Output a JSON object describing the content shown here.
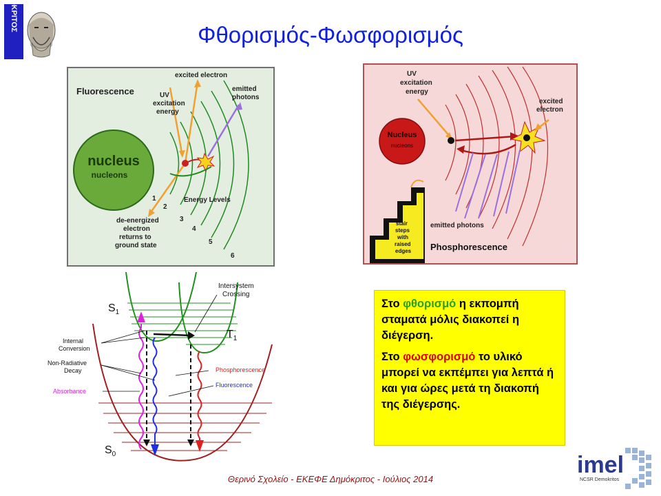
{
  "title": "Φθορισμός-Φωσφορισμός",
  "logo_left_text": "ΔΗΜΟΚΡΙΤΟΣ",
  "fluorescence": {
    "heading": "Fluorescence",
    "nucleus": "nucleus",
    "nucleons": "nucleons",
    "excited_electron": "excited electron",
    "uv_line1": "UV",
    "uv_line2": "excitation",
    "uv_line3": "energy",
    "emitted_line1": "emitted",
    "emitted_line2": "photons",
    "energy_levels": "Energy Levels",
    "deen_line1": "de-energized",
    "deen_line2": "electron",
    "deen_line3": "returns to",
    "deen_line4": "ground state",
    "levels": [
      "1",
      "2",
      "3",
      "4",
      "5",
      "6"
    ]
  },
  "phosphorescence": {
    "uv_line1": "UV",
    "uv_line2": "excitation",
    "uv_line3": "energy",
    "excited_line1": "excited",
    "excited_line2": "electron",
    "nucleus": "Nucleus",
    "nucleons": "nucleons",
    "emitted": "emitted photons",
    "stair_line1": "stair",
    "stair_line2": "steps",
    "stair_line3": "with",
    "stair_line4": "raised",
    "stair_line5": "edges",
    "heading": "Phosphorescence"
  },
  "jablonski": {
    "s1": "S",
    "s1_sub": "1",
    "t1": "T",
    "t1_sub": "1",
    "s0": "S",
    "s0_sub": "0",
    "isc_line1": "Intersystem",
    "isc_line2": "Crossing",
    "ic_line1": "Internal",
    "ic_line2": "Conversion",
    "nrd_line1": "Non-Radiative",
    "nrd_line2": "Decay",
    "absorbance": "Absorbance",
    "phosphorescence": "Phosphorescence",
    "fluorescence": "Fluorescence"
  },
  "textbox": {
    "p1_pre": "Στο ",
    "p1_kw": "φθορισμό",
    "p1_post": " η εκπομπή σταματά μόλις διακοπεί η διέγερση.",
    "p2_pre": "Στο ",
    "p2_kw": "φωσφορισμό",
    "p2_post": " το υλικό μπορεί να εκπέμπει για λεπτά ή και για ώρες μετά τη διακοπή της διέγερσης."
  },
  "logo_right": {
    "brand": "imel",
    "sub": "NCSR Demokritos"
  },
  "footer": "Θερινό Σχολείο - ΕΚΕΦΕ Δημόκριτος - Ιούλιος 2014",
  "colors": {
    "title": "#1020e0",
    "textbox_bg": "#ffff00",
    "fluor_bg": "#e4eee0",
    "phos_bg": "#f6d8d8",
    "green_keyword": "#2aa02a",
    "red_keyword": "#e00000"
  }
}
